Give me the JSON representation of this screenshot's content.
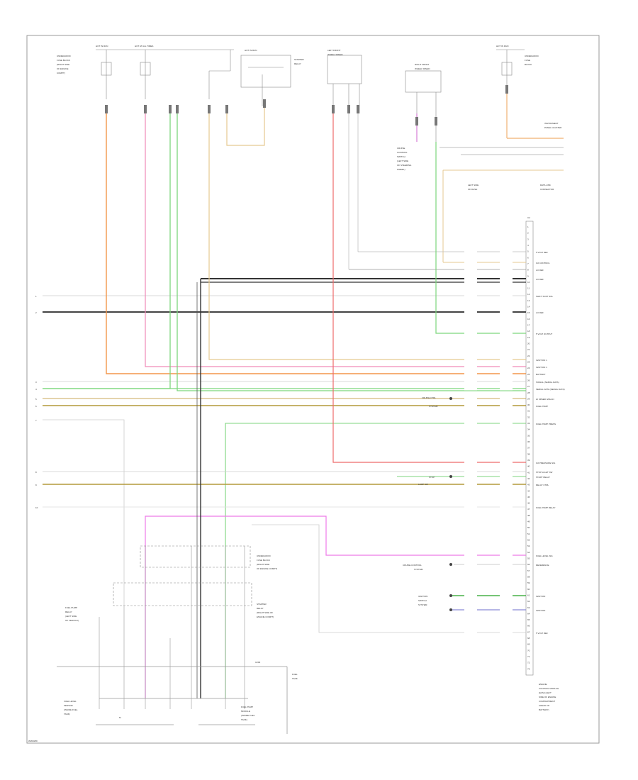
{
  "diagram": {
    "footer_code": "W204WD",
    "connector_c2": "C2",
    "ecm_pins": [
      "1",
      "2",
      "3",
      "4",
      "5",
      "6",
      "7",
      "8",
      "9",
      "10",
      "11",
      "12",
      "13",
      "14",
      "15",
      "16",
      "17",
      "18",
      "19",
      "20",
      "21",
      "22",
      "23",
      "24",
      "25",
      "26",
      "27",
      "28",
      "29",
      "30",
      "31",
      "32",
      "33",
      "34",
      "35",
      "36",
      "37",
      "38",
      "39",
      "40",
      "41",
      "42",
      "43",
      "44",
      "45",
      "46",
      "47",
      "48",
      "49",
      "50",
      "51",
      "52",
      "53",
      "54",
      "55",
      "56",
      "57",
      "58",
      "59",
      "60",
      "61",
      "62",
      "63",
      "64",
      "65",
      "66",
      "67",
      "68",
      "69",
      "70",
      "71",
      "72",
      "73"
    ],
    "ecm_function_labels": [
      "5 VOLT REF",
      "O2 CONTROL",
      "LO REF",
      "LO REF",
      "SHIFT SOFT SOL",
      "LO REF",
      "5 VOLT OUTPUT",
      "IGNITION 1",
      "IGNITION 1",
      "BATTERY",
      "SIGNAL (SERIAL DATA)",
      "SERIAL DATA (SERIAL DATA)",
      "HI SPEED GMLAN",
      "FUEL PUMP",
      "FUEL PUMP PRESS",
      "O2 PRESSURE SIG",
      "STOP LIGHT SW",
      "START RELAY",
      "RELAY CTRL",
      "FUEL PUMP RELAY",
      "FUEL LEVEL SIG",
      "REFERENCE",
      "IGNITION",
      "IGNITION",
      "5 VOLT REF"
    ],
    "bottom_codes": [
      "W204WD"
    ],
    "component_labels": [
      "HIGH VOLTAGE DISCONNECT SWITCH",
      "FUSE BLOCK",
      "HOT IN RUN",
      "HOT AT ALL TIMES",
      "ENGINE CONTROL MODULE",
      "FUEL PUMP MODULE",
      "FUEL LEVEL SENSOR",
      "INSTRUMENT PANEL CLUSTER",
      "UNDERHOOD FUSE BLOCK",
      "STARTER RELAY",
      "CRUISE CONTROL",
      "DATA LINK CONNECTOR"
    ]
  }
}
